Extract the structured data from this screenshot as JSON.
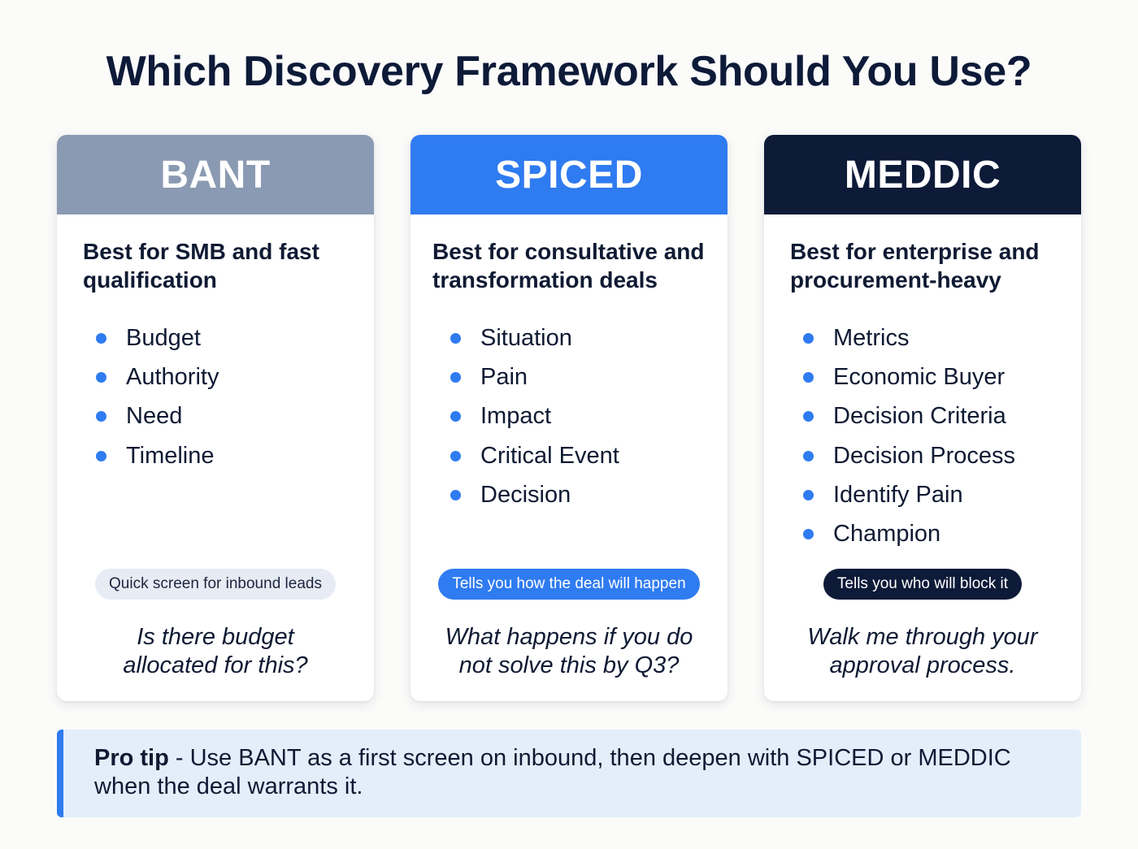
{
  "title": "Which Discovery Framework Should You Use?",
  "colors": {
    "bant_header": "#8a9ab2",
    "spiced_header": "#2f7bf0",
    "meddic_header": "#0d1a38",
    "bullet": "#2f7bf0",
    "tip_bg": "#e3eefb",
    "tip_border": "#2f7bf0"
  },
  "cards": [
    {
      "name": "BANT",
      "best_for": "Best for SMB and fast qualification",
      "items": [
        "Budget",
        "Authority",
        "Need",
        "Timeline"
      ],
      "tag": "Quick screen for inbound leads",
      "question": "Is there budget allocated for this?"
    },
    {
      "name": "SPICED",
      "best_for": "Best for consultative and transformation deals",
      "items": [
        "Situation",
        "Pain",
        "Impact",
        "Critical Event",
        "Decision"
      ],
      "tag": "Tells you how the deal will happen",
      "question": "What happens if you do not solve this by Q3?"
    },
    {
      "name": "MEDDIC",
      "best_for": "Best for enterprise and procurement-heavy",
      "items": [
        "Metrics",
        "Economic Buyer",
        "Decision Criteria",
        "Decision Process",
        "Identify Pain",
        "Champion"
      ],
      "tag": "Tells you who will block it",
      "question": "Walk me through your approval process."
    }
  ],
  "tip": {
    "label": "Pro tip",
    "text": " - Use BANT as a first screen on inbound, then deepen with SPICED or MEDDIC when the deal warrants it."
  }
}
